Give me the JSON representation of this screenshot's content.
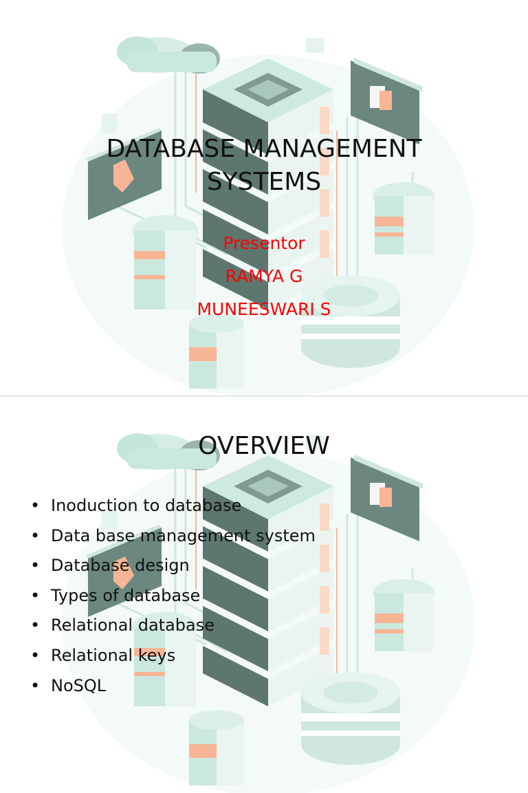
{
  "slides": [
    {
      "title": "DATABASE MANAGEMENT SYSTEMS",
      "subtitle_lines": [
        "Presentor",
        "RAMYA G",
        "MUNEESWARI S"
      ]
    },
    {
      "title": "OVERVIEW",
      "bullets": [
        "Inoduction to database",
        "Data base management system",
        "Database design",
        "Types of database",
        "Relational database",
        "Relational keys",
        "NoSQL"
      ]
    }
  ],
  "colors": {
    "teal": "#bfe3d8",
    "teal_dark": "#5f7f78",
    "orange": "#f6a47c",
    "title_text": "#111111",
    "subtitle_text": "#ff0000"
  },
  "icons": {
    "bullet": "•"
  }
}
